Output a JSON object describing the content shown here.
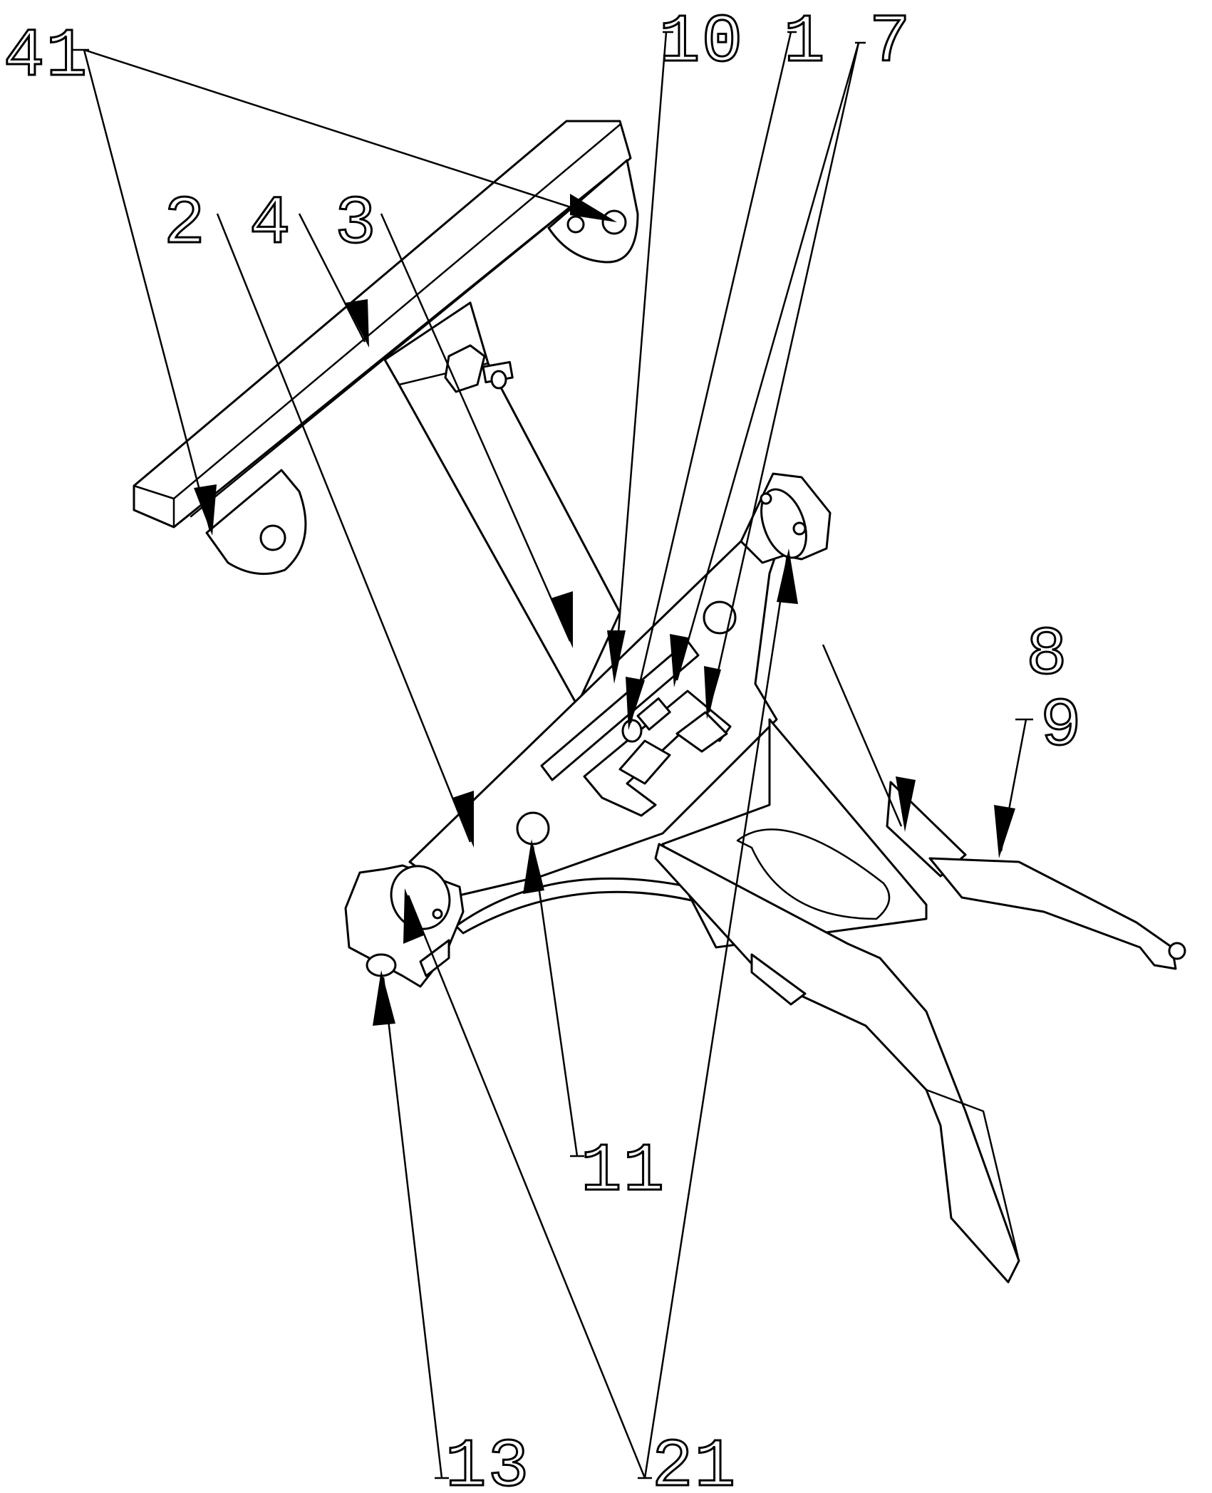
{
  "figure": {
    "labels": {
      "l41": "41",
      "l10": "10",
      "l1": "1",
      "l7": "7",
      "l2": "2",
      "l4": "4",
      "l3": "3",
      "l8": "8",
      "l9": "9",
      "l11": "11",
      "l13": "13",
      "l21": "21"
    },
    "colors": {
      "line": "#000000",
      "background": "#ffffff"
    }
  }
}
